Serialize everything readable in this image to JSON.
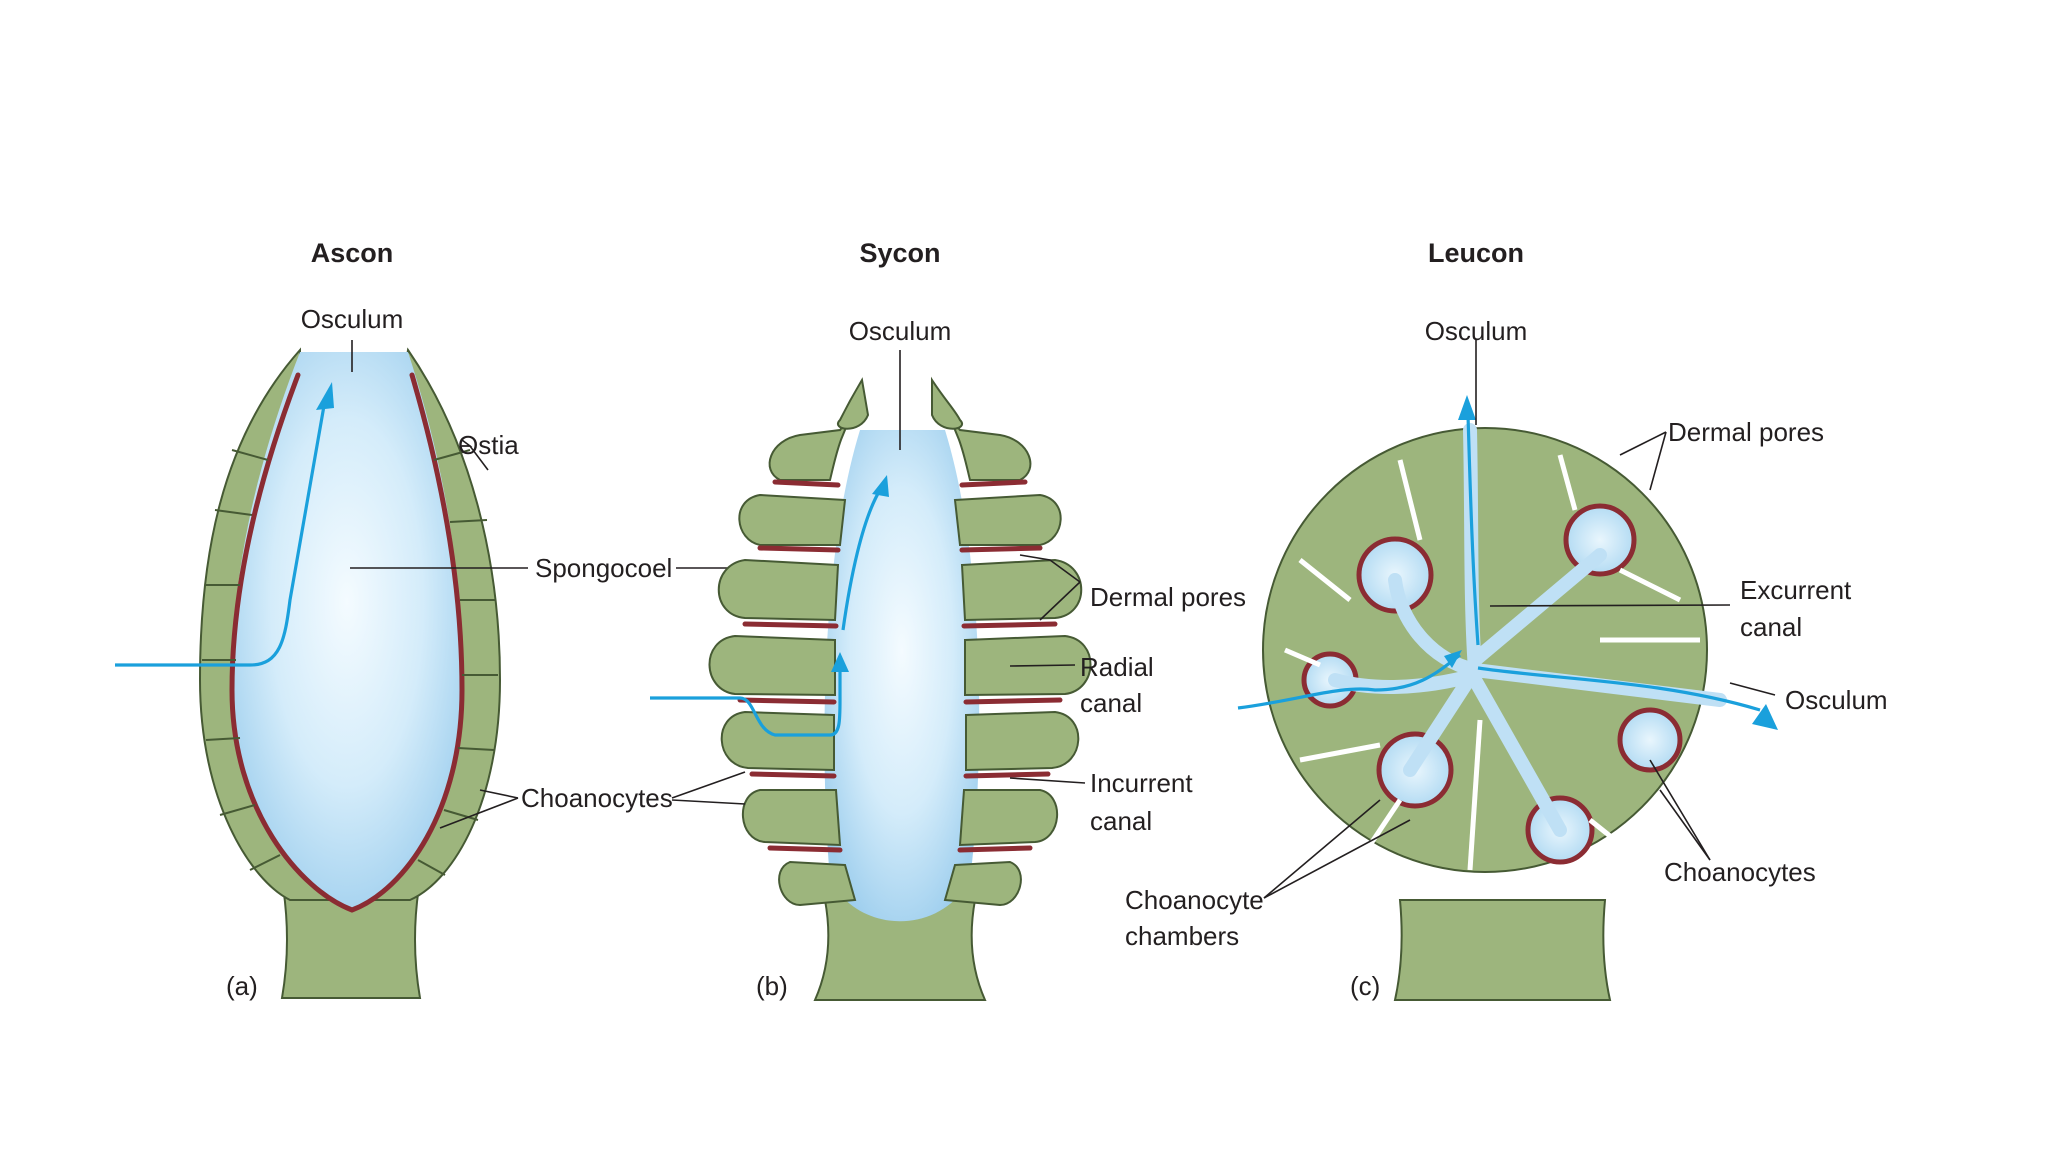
{
  "panels": [
    {
      "title": "Ascon",
      "letter": "(a)",
      "labels": {
        "osculum": "Osculum",
        "ostia": "Ostia",
        "spongocoel": "Spongocoel",
        "choanocytes": "Choanocytes"
      }
    },
    {
      "title": "Sycon",
      "letter": "(b)",
      "labels": {
        "osculum": "Osculum",
        "dermal_pores": "Dermal pores",
        "radial_canal_1": "Radial",
        "radial_canal_2": "canal",
        "incurrent_canal_1": "Incurrent",
        "incurrent_canal_2": "canal"
      }
    },
    {
      "title": "Leucon",
      "letter": "(c)",
      "labels": {
        "osculum_top": "Osculum",
        "dermal_pores": "Dermal pores",
        "excurrent_canal_1": "Excurrent",
        "excurrent_canal_2": "canal",
        "osculum_side": "Osculum",
        "choanocytes": "Choanocytes",
        "choanocyte_chambers_1": "Choanocyte",
        "choanocyte_chambers_2": "chambers"
      }
    }
  ],
  "colors": {
    "cells": "#9db57d",
    "cell_outline": "#465a34",
    "choanocyte_lining": "#8b2c33",
    "water_flow": "#1aa0dc",
    "cavity": "#bfe0f5"
  }
}
